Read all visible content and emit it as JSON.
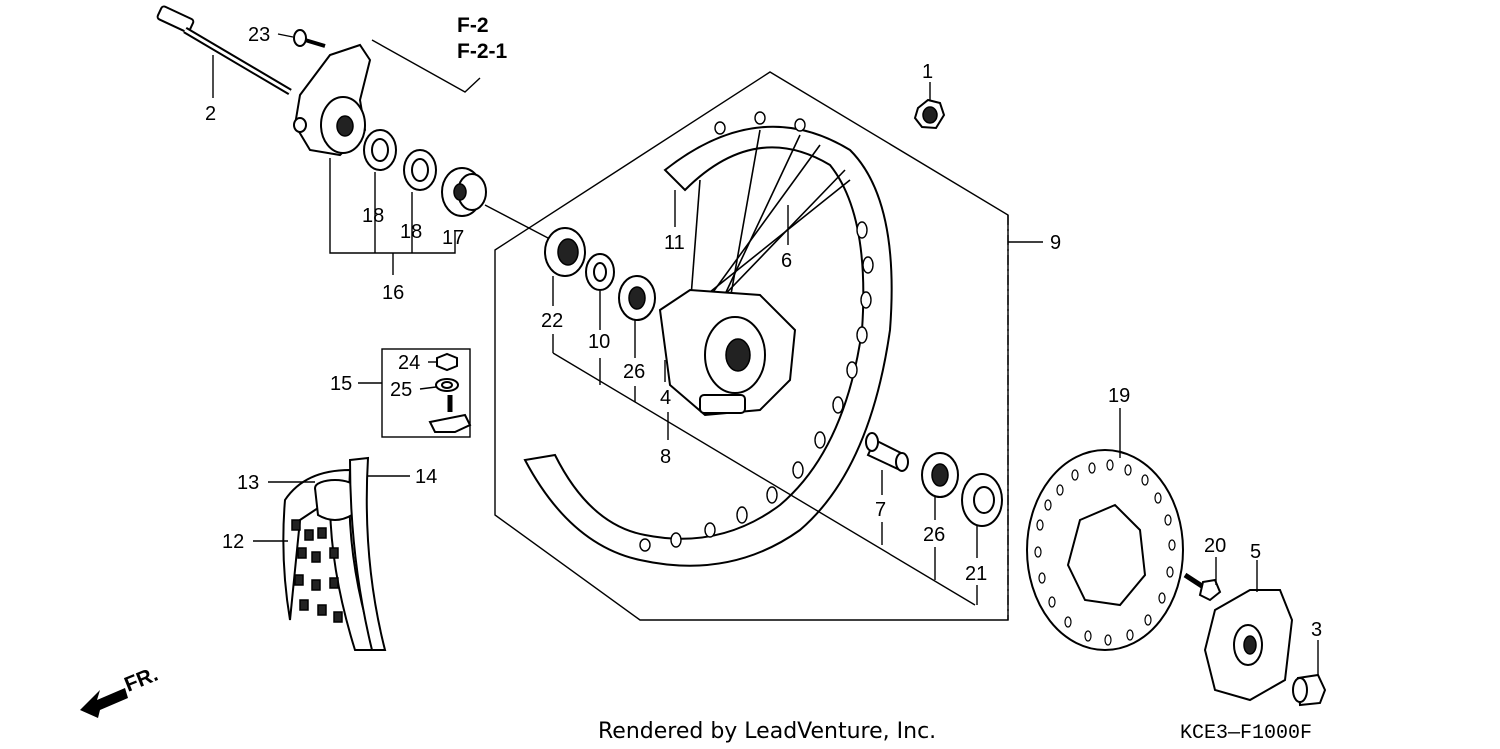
{
  "diagram": {
    "callouts": [
      {
        "id": "1",
        "label": "1"
      },
      {
        "id": "2",
        "label": "2"
      },
      {
        "id": "3",
        "label": "3"
      },
      {
        "id": "4",
        "label": "4"
      },
      {
        "id": "5",
        "label": "5"
      },
      {
        "id": "6",
        "label": "6"
      },
      {
        "id": "7",
        "label": "7"
      },
      {
        "id": "8",
        "label": "8"
      },
      {
        "id": "9",
        "label": "9"
      },
      {
        "id": "10",
        "label": "10"
      },
      {
        "id": "11",
        "label": "11"
      },
      {
        "id": "12",
        "label": "12"
      },
      {
        "id": "13",
        "label": "13"
      },
      {
        "id": "14",
        "label": "14"
      },
      {
        "id": "15",
        "label": "15"
      },
      {
        "id": "16",
        "label": "16"
      },
      {
        "id": "17",
        "label": "17"
      },
      {
        "id": "18a",
        "label": "18"
      },
      {
        "id": "18b",
        "label": "18"
      },
      {
        "id": "19",
        "label": "19"
      },
      {
        "id": "20",
        "label": "20"
      },
      {
        "id": "21",
        "label": "21"
      },
      {
        "id": "22",
        "label": "22"
      },
      {
        "id": "23",
        "label": "23"
      },
      {
        "id": "24",
        "label": "24"
      },
      {
        "id": "25",
        "label": "25"
      },
      {
        "id": "26a",
        "label": "26"
      },
      {
        "id": "26b",
        "label": "26"
      }
    ],
    "references": [
      "F-2",
      "F-2-1"
    ],
    "direction_label": "FR.",
    "footer": {
      "rendered_by": "Rendered by LeadVenture, Inc.",
      "diagram_code": "KCE3—F1000F"
    }
  }
}
